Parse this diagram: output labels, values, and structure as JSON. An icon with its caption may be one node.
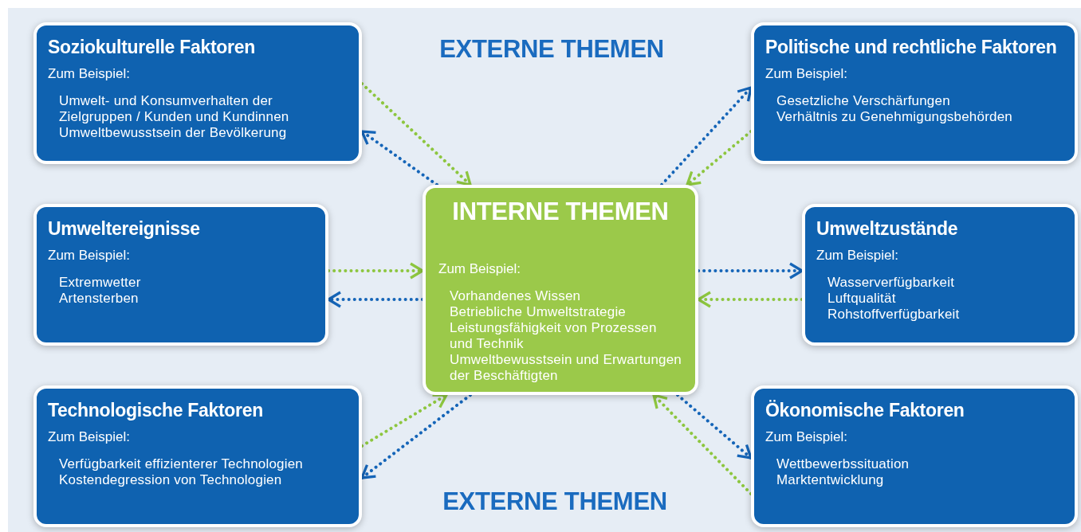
{
  "diagram": {
    "nodes": [
      {
        "text": [
          "Soziokulturelle Faktoren",
          "Zum Beispiel:",
          "Umwelt- und Konsumverhalten der Zielgruppen / Kunden und Kundinnen",
          "Umweltbewusstsein der Bevölkerung"
        ]
      },
      {
        "text": [
          "Politische und rechtliche Faktoren",
          "Zum Beispiel:",
          "Gesetzliche Verschärfungen",
          "Verhältnis zu Genehmigungsbehörden"
        ]
      },
      {
        "text": [
          "Umweltereignisse",
          "Zum Beispiel:",
          "Extremwetter",
          "Artensterben"
        ]
      },
      {
        "text": [
          "INTERNE THEMEN",
          "Zum Beispiel:",
          "Vorhandenes Wissen",
          "Betriebliche Umweltstrategie",
          "Leistungsfähigkeit von Prozessen und Technik",
          "Umweltbewusstsein und Erwartungen der Beschäftigten"
        ]
      },
      {
        "text": [
          "Umweltzustände",
          "Zum Beispiel:",
          "Wasserverfügbarkeit",
          "Luftqualität",
          "Rohstoffverfügbarkeit"
        ]
      },
      {
        "text": [
          "Technologische Faktoren",
          "Zum Beispiel:",
          "Verfügbarkeit effizienterer Technologien",
          "Kostendegression von Technologien"
        ]
      },
      {
        "text": [
          "Ökonomische Faktoren",
          "Zum Beispiel:",
          "Wettbewerbssituation",
          "Marktentwicklung"
        ]
      }
    ],
    "edges": [
      {
        "from": 0,
        "to": 3,
        "arrow": "to",
        "style": "dashed",
        "color": "#8dc63f"
      },
      {
        "from": 3,
        "to": 0,
        "arrow": "to",
        "style": "dashed",
        "color": "#1565b8"
      },
      {
        "from": 3,
        "to": 1,
        "arrow": "to",
        "style": "dashed",
        "color": "#1565b8"
      },
      {
        "from": 1,
        "to": 3,
        "arrow": "to",
        "style": "dashed",
        "color": "#8dc63f"
      },
      {
        "from": 2,
        "to": 3,
        "arrow": "to",
        "style": "dashed",
        "color": "#8dc63f"
      },
      {
        "from": 3,
        "to": 2,
        "arrow": "to",
        "style": "dashed",
        "color": "#1565b8"
      },
      {
        "from": 3,
        "to": 4,
        "arrow": "to",
        "style": "dashed",
        "color": "#1565b8"
      },
      {
        "from": 4,
        "to": 3,
        "arrow": "to",
        "style": "dashed",
        "color": "#8dc63f"
      },
      {
        "from": 5,
        "to": 3,
        "arrow": "to",
        "style": "dashed",
        "color": "#8dc63f"
      },
      {
        "from": 3,
        "to": 5,
        "arrow": "to",
        "style": "dashed",
        "color": "#1565b8"
      },
      {
        "from": 3,
        "to": 6,
        "arrow": "to",
        "style": "dashed",
        "color": "#1565b8"
      },
      {
        "from": 6,
        "to": 3,
        "arrow": "to",
        "style": "dashed",
        "color": "#8dc63f"
      }
    ],
    "labels": [
      "EXTERNE THEMEN",
      "EXTERNE THEMEN"
    ]
  }
}
